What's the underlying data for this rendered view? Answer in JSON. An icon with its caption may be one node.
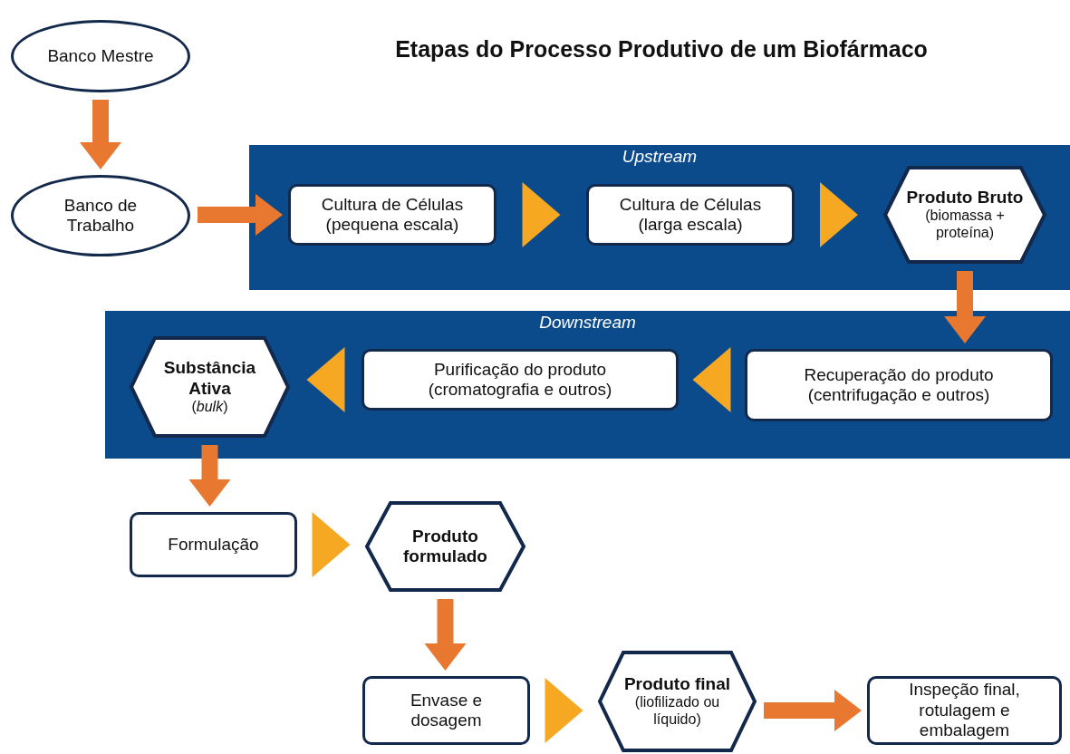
{
  "diagram": {
    "title": "Etapas do Processo Produtivo de um Biofármaco",
    "nodes": [
      {
        "text": [
          "Banco Mestre"
        ]
      },
      {
        "text": [
          "Banco de Trabalho"
        ]
      },
      {
        "text": [
          "Upstream"
        ]
      },
      {
        "text": [
          "Cultura de Células (pequena escala)"
        ],
        "in": 2
      },
      {
        "text": [
          "Cultura de Células (larga escala)"
        ],
        "in": 2
      },
      {
        "text": [
          "Produto Bruto",
          "(biomassa + proteína)"
        ],
        "in": 2
      },
      {
        "text": [
          "Downstream"
        ]
      },
      {
        "text": [
          "Recuperação do produto (centrifugação e outros)"
        ],
        "in": 6
      },
      {
        "text": [
          "Purificação do produto (cromatografia e outros)"
        ],
        "in": 6
      },
      {
        "text": [
          "Substância Ativa",
          "(*bulk*)"
        ],
        "in": 6
      },
      {
        "text": [
          "Formulação"
        ]
      },
      {
        "text": [
          "Produto formulado"
        ]
      },
      {
        "text": [
          "Envase e dosagem"
        ]
      },
      {
        "text": [
          "Produto final",
          "(liofilizado ou líquido)"
        ]
      },
      {
        "text": [
          "Inspeção final, rotulagem e embalagem"
        ]
      }
    ],
    "edges": [
      {
        "from": 0,
        "to": 1,
        "arrow": "to",
        "color": "#e8782f"
      },
      {
        "from": 1,
        "to": 3,
        "arrow": "to",
        "color": "#e8782f"
      },
      {
        "from": 3,
        "to": 4,
        "arrow": "to",
        "color": "#f7a823"
      },
      {
        "from": 4,
        "to": 5,
        "arrow": "to",
        "color": "#f7a823"
      },
      {
        "from": 5,
        "to": 7,
        "arrow": "to",
        "color": "#e8782f"
      },
      {
        "from": 7,
        "to": 8,
        "arrow": "to",
        "color": "#f7a823"
      },
      {
        "from": 8,
        "to": 9,
        "arrow": "to",
        "color": "#f7a823"
      },
      {
        "from": 9,
        "to": 10,
        "arrow": "to",
        "color": "#e8782f"
      },
      {
        "from": 10,
        "to": 11,
        "arrow": "to",
        "color": "#f7a823"
      },
      {
        "from": 11,
        "to": 12,
        "arrow": "to",
        "color": "#e8782f"
      },
      {
        "from": 12,
        "to": 13,
        "arrow": "to",
        "color": "#f7a823"
      },
      {
        "from": 13,
        "to": 14,
        "arrow": "to",
        "color": "#e8782f"
      }
    ]
  }
}
